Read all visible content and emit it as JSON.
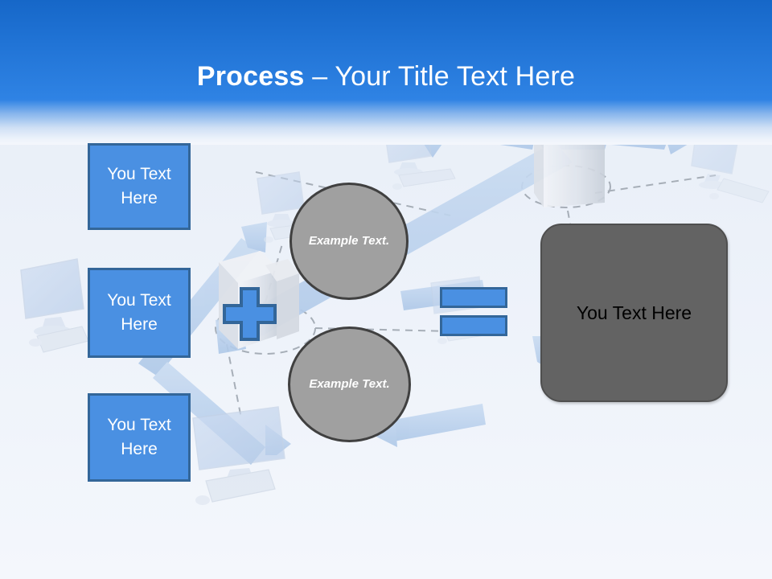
{
  "slide": {
    "title_strong": "Process",
    "title_light": " – Your Title Text Here",
    "background_color": "#f4f7fc",
    "header_color": "#2174d6"
  },
  "inputs": {
    "accent_color": "#4a90e2",
    "border_color": "#336699",
    "boxes": [
      {
        "label": "You Text Here"
      },
      {
        "label": "You Text Here"
      },
      {
        "label": "You Text Here"
      }
    ]
  },
  "operators": {
    "plus": "plus-sign",
    "equals": "equals-sign"
  },
  "circles": {
    "fill_color": "#a0a0a0",
    "border_color": "#404040",
    "items": [
      {
        "label": "Example Text."
      },
      {
        "label": "Example Text."
      }
    ]
  },
  "result": {
    "label": "You Text Here",
    "fill_color": "#636363",
    "text_color": "#000000"
  },
  "background_art": {
    "description": "network-diagram-watermark",
    "arrow_color": "#bed3ee",
    "device_color": "#dde6f3",
    "dashed_line_color": "#9aa2ac",
    "devices": [
      "monitor-top-left",
      "monitor-top-right",
      "monitor-middle-left",
      "monitor-bottom-left",
      "server-tower-center",
      "server-tower-top-center"
    ]
  }
}
